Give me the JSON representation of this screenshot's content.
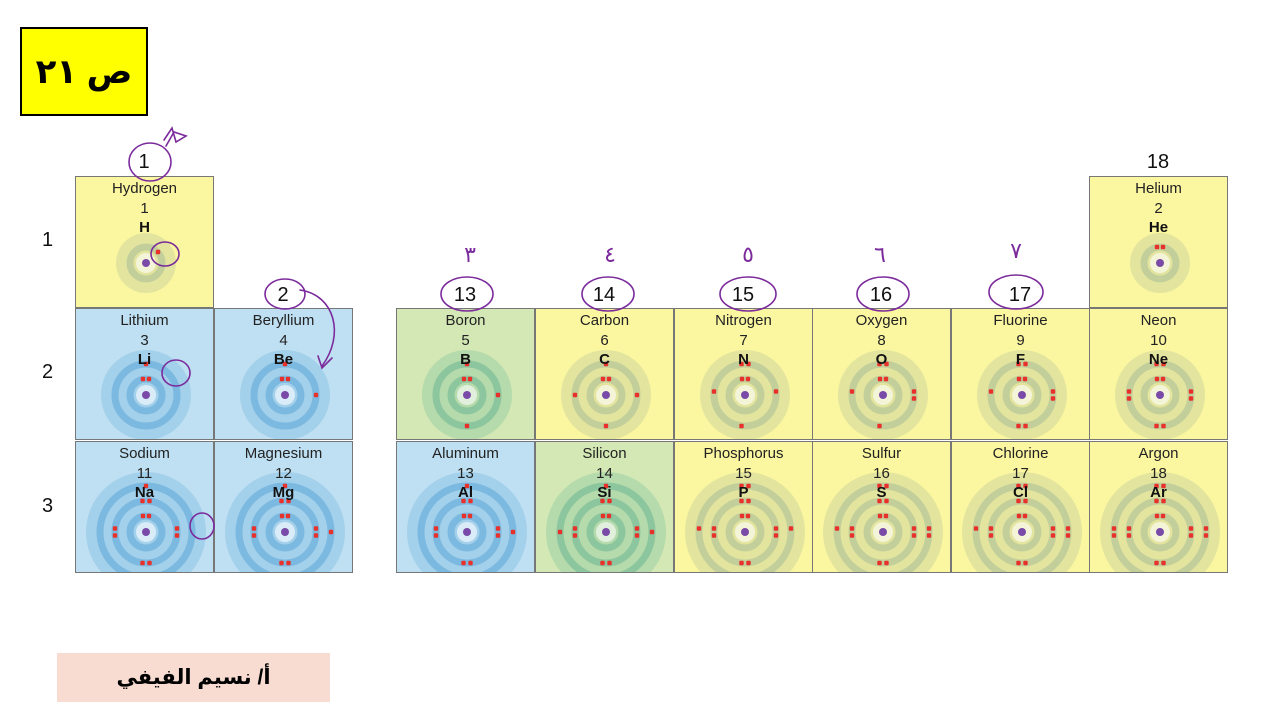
{
  "page_label": "ص ٢١",
  "author": "أ/ نسيم الفيفي",
  "period_labels": [
    "1",
    "2",
    "3"
  ],
  "group_labels": [
    {
      "text": "1",
      "group": 1
    },
    {
      "text": "2",
      "group": 2
    },
    {
      "text": "13",
      "group": 13
    },
    {
      "text": "14",
      "group": 14
    },
    {
      "text": "15",
      "group": 15
    },
    {
      "text": "16",
      "group": 16
    },
    {
      "text": "17",
      "group": 17
    },
    {
      "text": "18",
      "group": 18
    }
  ],
  "handwritten_valence": [
    "٣",
    "٤",
    "٥",
    "٦",
    "٧"
  ],
  "colors": {
    "yellow": "#fbf6a0",
    "blue": "#bfe0f2",
    "green": "#d3e8b4",
    "electron": "#e8312a",
    "nucleus": "#7a4aa8",
    "ink": "#7b2b9c"
  },
  "elements": [
    {
      "name": "Hydrogen",
      "number": "1",
      "symbol": "H",
      "period": 1,
      "group": 1,
      "shells": [
        1
      ],
      "color": "yellow"
    },
    {
      "name": "Helium",
      "number": "2",
      "symbol": "He",
      "period": 1,
      "group": 18,
      "shells": [
        2
      ],
      "color": "yellow"
    },
    {
      "name": "Lithium",
      "number": "3",
      "symbol": "Li",
      "period": 2,
      "group": 1,
      "shells": [
        2,
        1
      ],
      "color": "blue"
    },
    {
      "name": "Beryllium",
      "number": "4",
      "symbol": "Be",
      "period": 2,
      "group": 2,
      "shells": [
        2,
        2
      ],
      "color": "blue"
    },
    {
      "name": "Boron",
      "number": "5",
      "symbol": "B",
      "period": 2,
      "group": 13,
      "shells": [
        2,
        3
      ],
      "color": "green"
    },
    {
      "name": "Carbon",
      "number": "6",
      "symbol": "C",
      "period": 2,
      "group": 14,
      "shells": [
        2,
        4
      ],
      "color": "yellow"
    },
    {
      "name": "Nitrogen",
      "number": "7",
      "symbol": "N",
      "period": 2,
      "group": 15,
      "shells": [
        2,
        5
      ],
      "color": "yellow"
    },
    {
      "name": "Oxygen",
      "number": "8",
      "symbol": "O",
      "period": 2,
      "group": 16,
      "shells": [
        2,
        6
      ],
      "color": "yellow"
    },
    {
      "name": "Fluorine",
      "number": "9",
      "symbol": "F",
      "period": 2,
      "group": 17,
      "shells": [
        2,
        7
      ],
      "color": "yellow"
    },
    {
      "name": "Neon",
      "number": "10",
      "symbol": "Ne",
      "period": 2,
      "group": 18,
      "shells": [
        2,
        8
      ],
      "color": "yellow"
    },
    {
      "name": "Sodium",
      "number": "11",
      "symbol": "Na",
      "period": 3,
      "group": 1,
      "shells": [
        2,
        8,
        1
      ],
      "color": "blue"
    },
    {
      "name": "Magnesium",
      "number": "12",
      "symbol": "Mg",
      "period": 3,
      "group": 2,
      "shells": [
        2,
        8,
        2
      ],
      "color": "blue"
    },
    {
      "name": "Aluminum",
      "number": "13",
      "symbol": "Al",
      "period": 3,
      "group": 13,
      "shells": [
        2,
        8,
        3
      ],
      "color": "blue"
    },
    {
      "name": "Silicon",
      "number": "14",
      "symbol": "Si",
      "period": 3,
      "group": 14,
      "shells": [
        2,
        8,
        4
      ],
      "color": "green"
    },
    {
      "name": "Phosphorus",
      "number": "15",
      "symbol": "P",
      "period": 3,
      "group": 15,
      "shells": [
        2,
        8,
        5
      ],
      "color": "yellow"
    },
    {
      "name": "Sulfur",
      "number": "16",
      "symbol": "S",
      "period": 3,
      "group": 16,
      "shells": [
        2,
        8,
        6
      ],
      "color": "yellow"
    },
    {
      "name": "Chlorine",
      "number": "17",
      "symbol": "Cl",
      "period": 3,
      "group": 17,
      "shells": [
        2,
        8,
        7
      ],
      "color": "yellow"
    },
    {
      "name": "Argon",
      "number": "18",
      "symbol": "Ar",
      "period": 3,
      "group": 18,
      "shells": [
        2,
        8,
        8
      ],
      "color": "yellow"
    }
  ]
}
